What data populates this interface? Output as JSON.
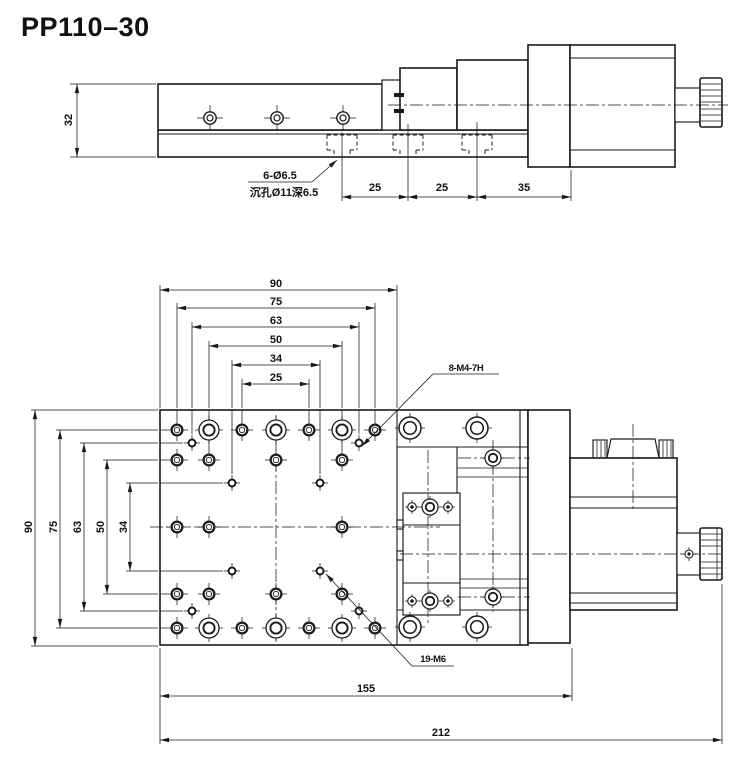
{
  "title": "PP110–30",
  "side_view": {
    "dim_height": "32",
    "dim_pitch_1": "25",
    "dim_pitch_2": "25",
    "dim_pitch_3": "35",
    "note_hole": "6-Ø6.5",
    "note_counterbore": "沉孔Ø11深6.5"
  },
  "plan_view": {
    "dim_h_90": "90",
    "dim_h_75": "75",
    "dim_h_63": "63",
    "dim_h_50": "50",
    "dim_h_34": "34",
    "dim_h_25": "25",
    "dim_v_90": "90",
    "dim_v_75": "75",
    "dim_v_63": "63",
    "dim_v_50": "50",
    "dim_v_34": "34",
    "dim_length_155": "155",
    "dim_length_212": "212",
    "label_m4_holes": "8-M4-7H",
    "label_m6_holes": "19-M6"
  },
  "colors": {
    "line": "#1a1a1a",
    "background": "#ffffff"
  }
}
